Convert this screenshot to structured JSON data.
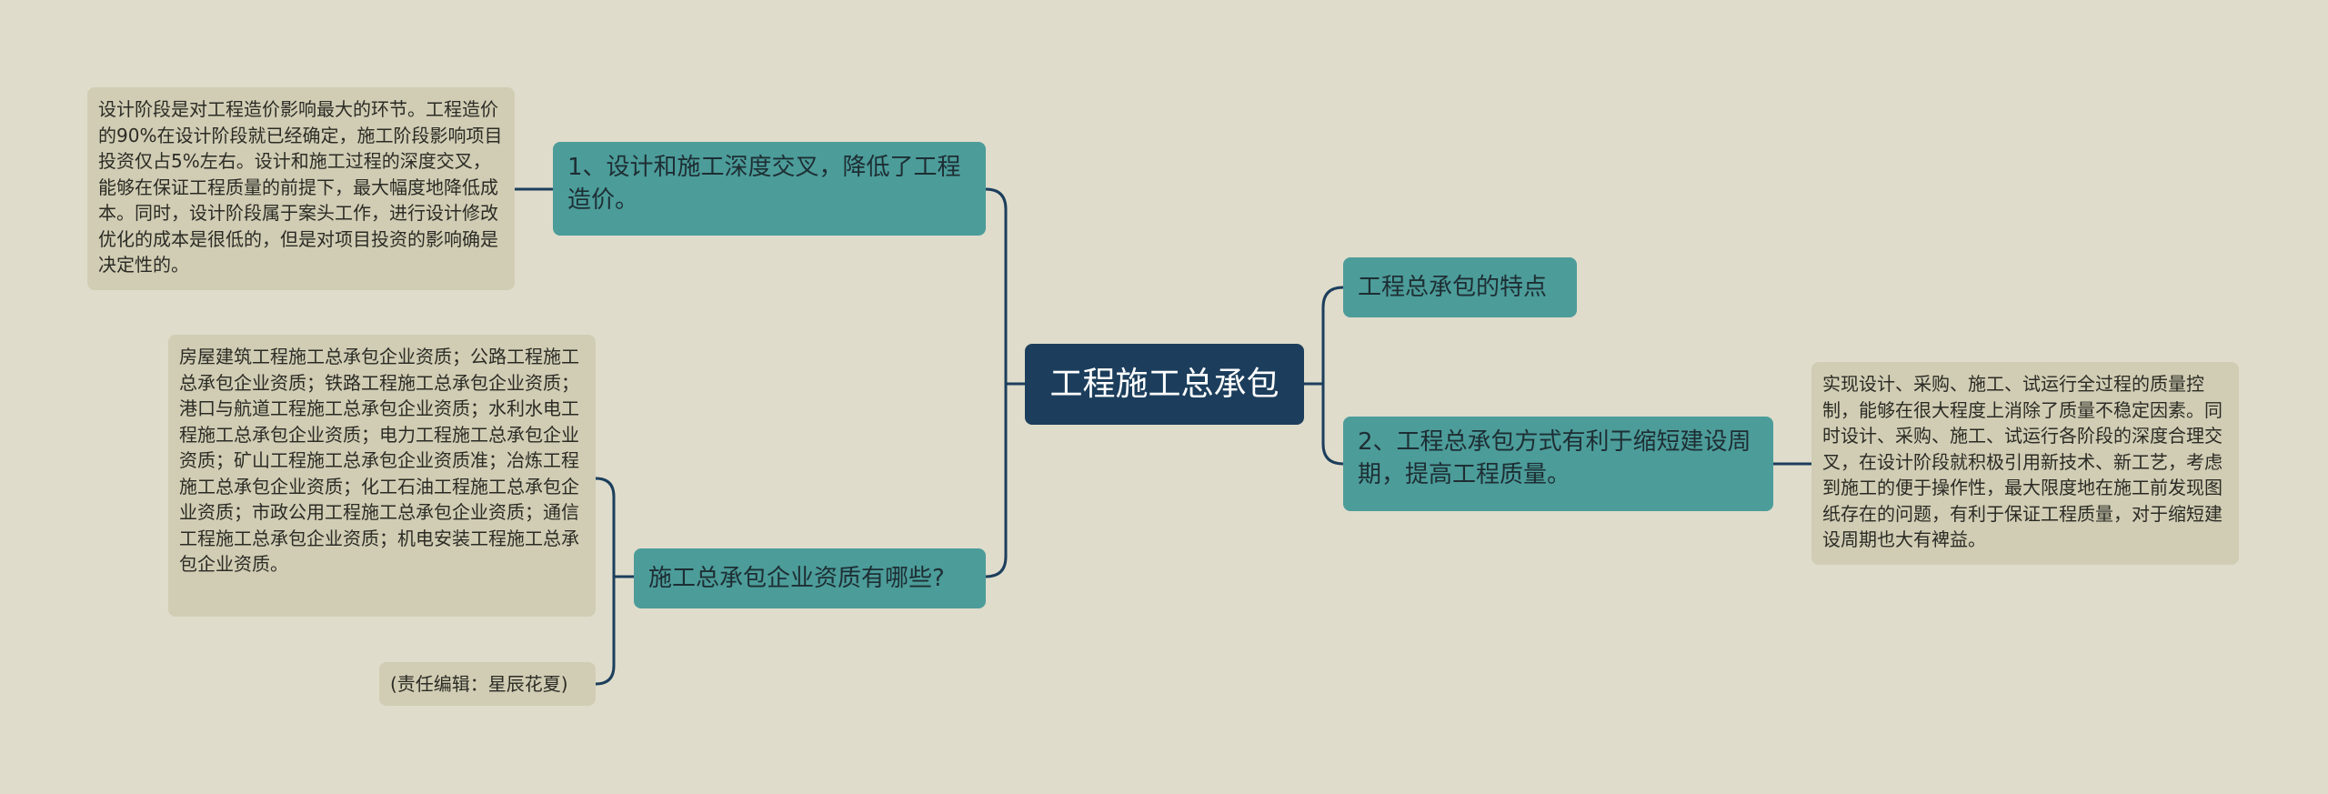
{
  "root": {
    "label": "工程施工总承包"
  },
  "topics": {
    "design_construction": {
      "label": "1、设计和施工深度交叉，降低了工程造价。"
    },
    "features": {
      "label": "工程总承包的特点"
    },
    "shorten_period": {
      "label": "2、工程总承包方式有利于缩短建设周期，提高工程质量。"
    },
    "qualifications": {
      "label": "施工总承包企业资质有哪些?"
    }
  },
  "notes": {
    "design_stage": {
      "text": "设计阶段是对工程造价影响最大的环节。工程造价的90%在设计阶段就已经确定，施工阶段影响项目投资仅占5%左右。设计和施工过程的深度交叉，能够在保证工程质量的前提下，最大幅度地降低成本。同时，设计阶段属于案头工作，进行设计修改优化的成本是很低的，但是对项目投资的影响确是决定性的。"
    },
    "qualification_list": {
      "text": "房屋建筑工程施工总承包企业资质；公路工程施工总承包企业资质；铁路工程施工总承包企业资质；港口与航道工程施工总承包企业资质；水利水电工程施工总承包企业资质；电力工程施工总承包企业资质；矿山工程施工总承包企业资质准；冶炼工程施工总承包企业资质；化工石油工程施工总承包企业资质；市政公用工程施工总承包企业资质；通信工程施工总承包企业资质；机电安装工程施工总承包企业资质。"
    },
    "editor": {
      "text": "(责任编辑：星辰花夏)"
    },
    "quality_control": {
      "text": "实现设计、采购、施工、试运行全过程的质量控制，能够在很大程度上消除了质量不稳定因素。同时设计、采购、施工、试运行各阶段的深度合理交叉，在设计阶段就积极引用新技术、新工艺，考虑到施工的便于操作性，最大限度地在施工前发现图纸存在的问题，有利于保证工程质量，对于缩短建设周期也大有裨益。"
    }
  },
  "colors": {
    "background": "#dfdccb",
    "root_fill": "#1c3e5c",
    "topic_fill": "#4c9c9a",
    "note_fill": "#d1cdb4",
    "connector": "#1c3e5c"
  }
}
